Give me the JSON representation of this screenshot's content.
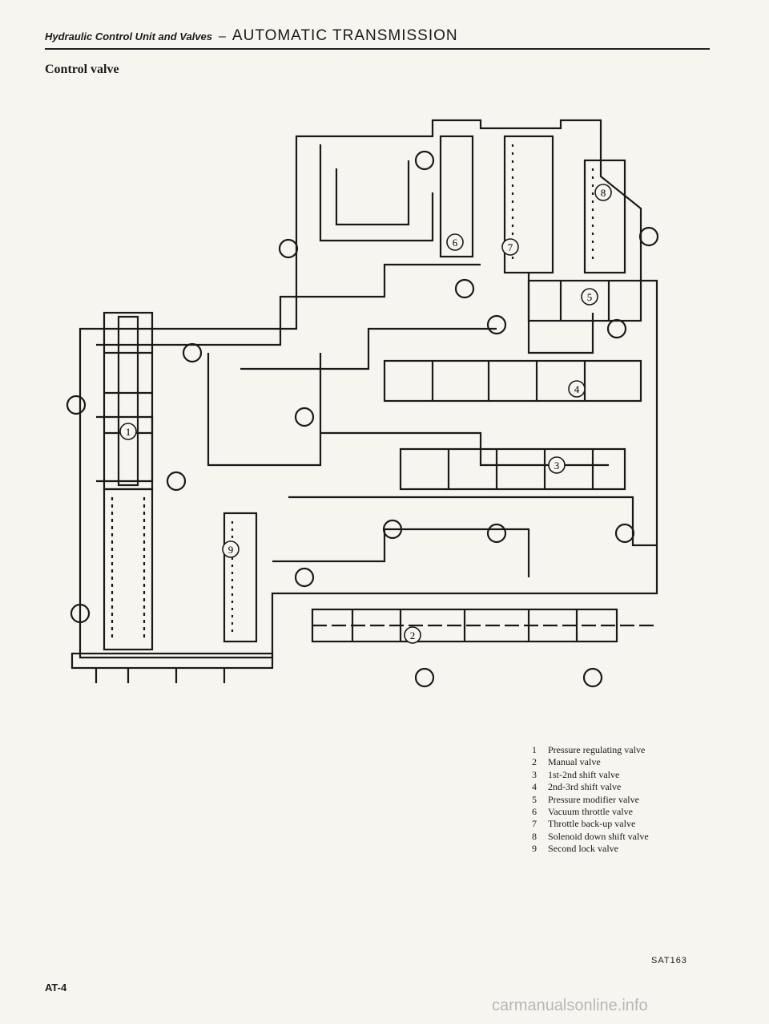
{
  "header": {
    "section": "Hydraulic Control Unit and Valves",
    "separator": "–",
    "chapter": "AUTOMATIC TRANSMISSION"
  },
  "subtitle": "Control valve",
  "diagram": {
    "callouts": [
      "1",
      "2",
      "3",
      "4",
      "5",
      "6",
      "7",
      "8",
      "9"
    ]
  },
  "legend": [
    {
      "num": "1",
      "label": "Pressure regulating valve"
    },
    {
      "num": "2",
      "label": "Manual valve"
    },
    {
      "num": "3",
      "label": "1st-2nd shift valve"
    },
    {
      "num": "4",
      "label": "2nd-3rd shift valve"
    },
    {
      "num": "5",
      "label": "Pressure modifier valve"
    },
    {
      "num": "6",
      "label": "Vacuum throttle valve"
    },
    {
      "num": "7",
      "label": "Throttle back-up valve"
    },
    {
      "num": "8",
      "label": "Solenoid down shift valve"
    },
    {
      "num": "9",
      "label": "Second lock valve"
    }
  ],
  "figure_code": "SAT163",
  "page_number": "AT-4",
  "watermark": "carmanualsonline.info"
}
